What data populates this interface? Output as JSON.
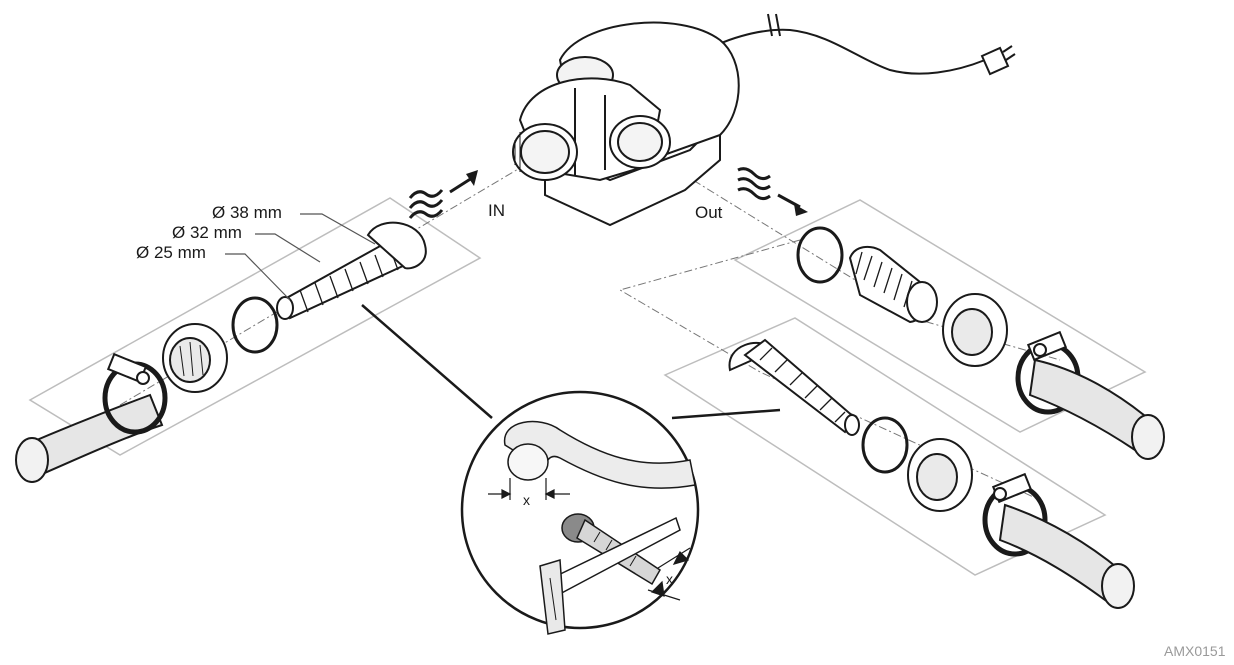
{
  "labels": {
    "diameter_38": "Ø 38 mm",
    "diameter_32": "Ø 32 mm",
    "diameter_25": "Ø 25 mm",
    "inlet": "IN",
    "outlet": "Out",
    "cut_width_a": "x",
    "cut_width_b": "x",
    "figure_code": "AMX0151"
  },
  "colors": {
    "line": "#1a1a1a",
    "part_fill": "#ffffff",
    "hose_fill": "#e6e6e6",
    "tray": "#bdbdbd",
    "leader": "#555555",
    "code_text": "#9a9a9a"
  },
  "icons": [
    "pump-icon",
    "power-plug-icon",
    "hose-tail-icon",
    "union-nut-icon",
    "o-ring-icon",
    "hose-clamp-icon",
    "hose-icon",
    "flow-arrow-icon",
    "saw-icon"
  ]
}
